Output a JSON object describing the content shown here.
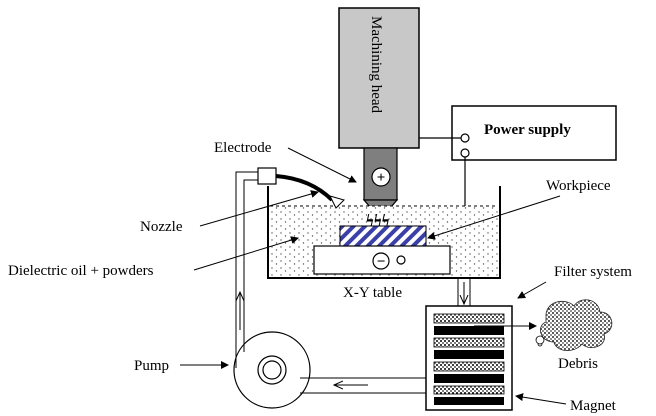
{
  "labels": {
    "machining_head": "Machining head",
    "power_supply": "Power supply",
    "electrode": "Electrode",
    "workpiece": "Workpiece",
    "nozzle": "Nozzle",
    "dielectric": "Dielectric oil + powders",
    "filter_system": "Filter system",
    "xy_table": "X-Y table",
    "pump": "Pump",
    "debris": "Debris",
    "magnet": "Magnet",
    "plus_sign": "+",
    "minus_sign": "−",
    "spark_symbols": "ϟϟϟ"
  },
  "colors": {
    "head_fill": "#c8c8c8",
    "electrode_fill": "#7f7f7f",
    "workpiece_hatch": "#3b3fa8",
    "line": "#000000"
  }
}
